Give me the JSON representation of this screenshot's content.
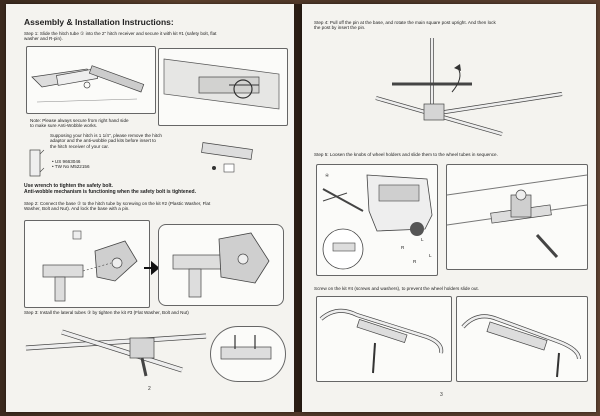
{
  "left_page": {
    "title": "Assembly & Installation Instructions:",
    "step1": "Step 1: Slide the hitch tube ① into the 2\" hitch receiver and secure it with kit #1 (safety bolt, flat\nwasher and R-pin).",
    "note": "Note: Please always secure from right hand side\nto make sure Anti-Wobble works.",
    "supposing": "Supposing your hitch is 1 1/4\", please remove the hitch\nadaptor and the anti-wobble pad kits before insert to\nthe hitch receiver of your car.",
    "patents": "• US 9663046\n• TW No M522156",
    "wrench": "Use wrench to tighten the safety bolt.\nAnti-wobble mechanism is functioning when the safety bolt is tightened.",
    "step2": "Step 2: Connect the base ② to the hitch tube by screwing on the kit #2 (Plastic Washer, Flat\nWasher, Bolt and Nut). And lock the base with a pin.",
    "step3": "Step 3: Install the lateral tubes ③ by tighten the kit #3 (Flat Washer, Bolt and Nut)",
    "page_number": "2"
  },
  "right_page": {
    "step4": "Step 4: Pull off the pin at the base, and rotate the main square post upright. And then lock\nthe post by insert the pin.",
    "step5": "Step 5: Loosen the knobs of wheel holders and slide them to the wheel tubes in sequence.",
    "screw": "Screw on the kit #4  (screws and washers), to prevent the wheel holders slide out.",
    "label_r1": "R",
    "label_l1": "L",
    "label_r2": "R",
    "label_l2": "L",
    "circle_num": "④",
    "page_number": "3"
  }
}
